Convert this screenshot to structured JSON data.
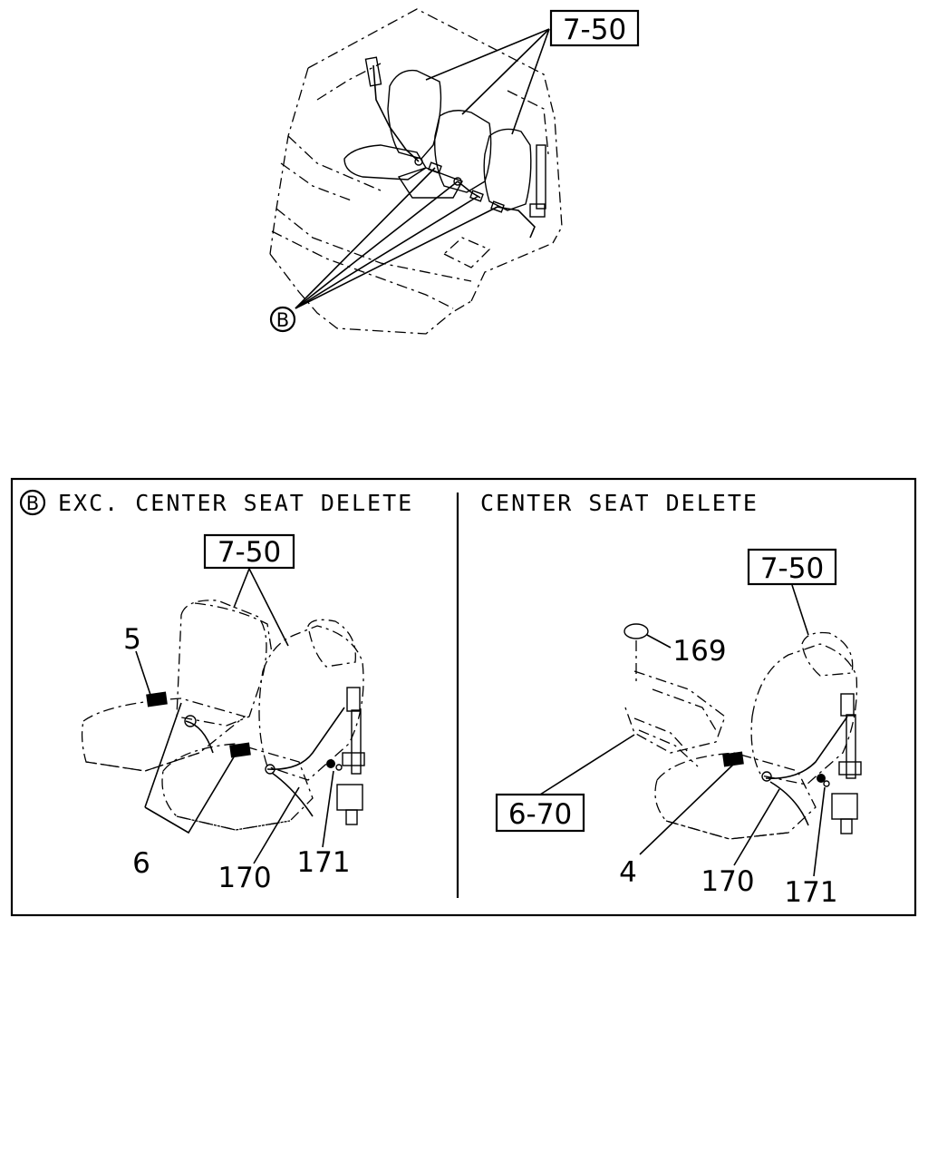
{
  "top_view": {
    "callout_box": "7-50",
    "circle_label": "B"
  },
  "left_panel": {
    "circle_label": "B",
    "header": "EXC. CENTER SEAT DELETE",
    "callout_box": "7-50",
    "parts": {
      "p5": "5",
      "p6": "6",
      "p170": "170",
      "p171": "171"
    }
  },
  "right_panel": {
    "header": "CENTER SEAT DELETE",
    "callout_box_top": "7-50",
    "callout_box_bottom": "6-70",
    "parts": {
      "p169": "169",
      "p4": "4",
      "p170": "170",
      "p171": "171"
    }
  }
}
